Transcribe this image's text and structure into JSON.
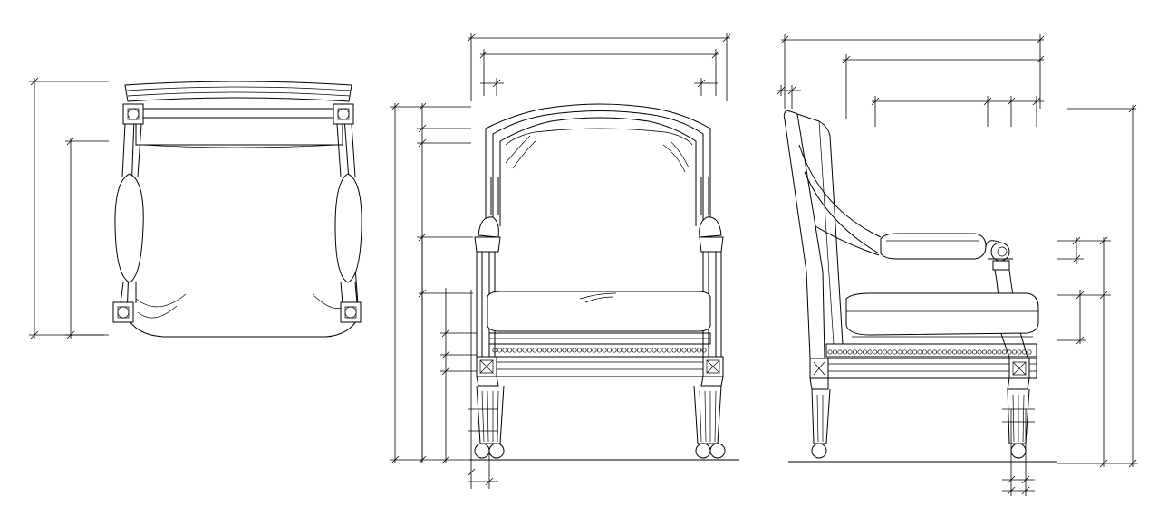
{
  "colors": {
    "line": "#000000",
    "background": "#ffffff"
  },
  "views": [
    {
      "id": "plan",
      "name": "top-view"
    },
    {
      "id": "front",
      "name": "front-elevation"
    },
    {
      "id": "side",
      "name": "side-elevation"
    }
  ]
}
